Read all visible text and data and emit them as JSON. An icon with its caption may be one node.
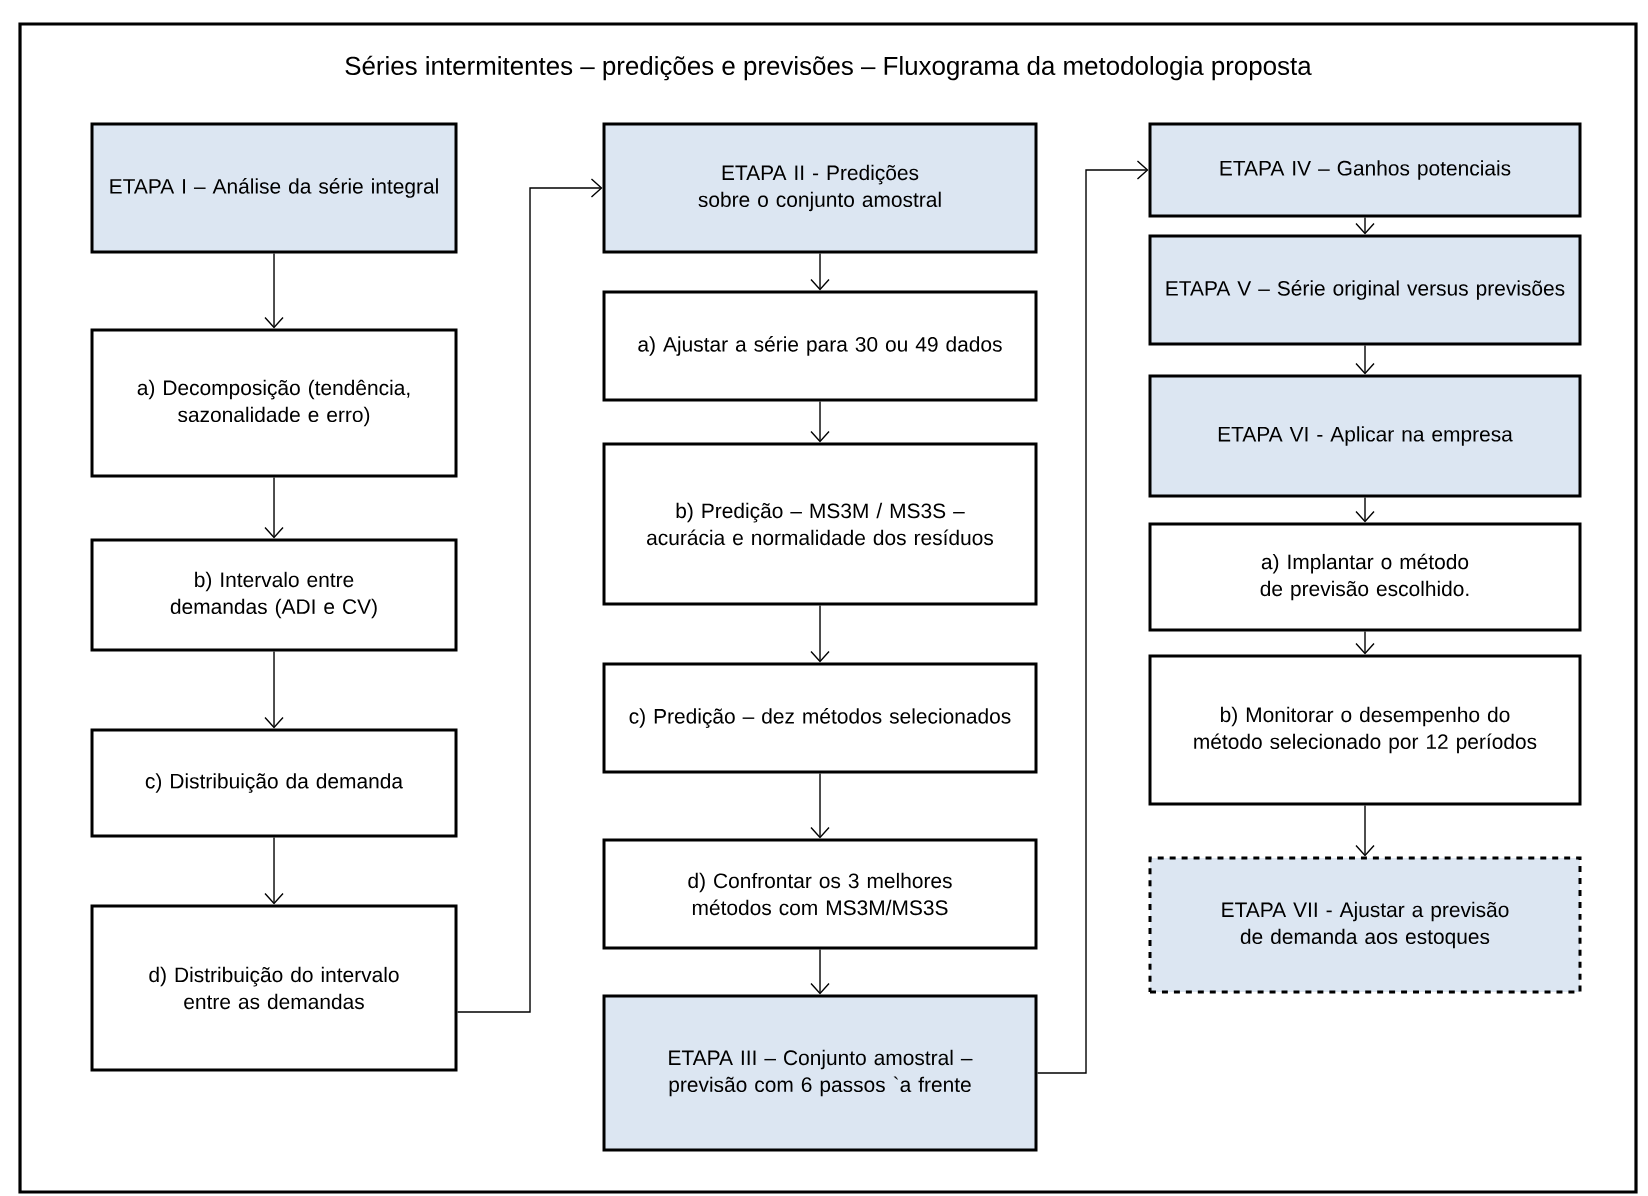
{
  "diagram": {
    "title": "Séries intermitentes – predições e previsões – Fluxograma da metodologia proposta",
    "nodes": [
      {
        "text": [
          "ETAPA  I – Análise da série integral"
        ]
      },
      {
        "text": [
          "a) Decomposição (tendência, sazonalidade e erro)"
        ]
      },
      {
        "text": [
          "b) Intervalo entre demandas (ADI e CV)"
        ]
      },
      {
        "text": [
          "c) Distribuição da demanda"
        ]
      },
      {
        "text": [
          "d) Distribuição do intervalo entre as demandas"
        ]
      },
      {
        "text": [
          "ETAPA II -  Predições sobre o conjunto amostral"
        ]
      },
      {
        "text": [
          "a) Ajustar a série para 30 ou 49 dados"
        ]
      },
      {
        "text": [
          "b) Predição – MS3M / MS3S – acurácia e normalidade dos resíduos"
        ]
      },
      {
        "text": [
          "c) Predição – dez métodos selecionados"
        ]
      },
      {
        "text": [
          "d) Confrontar os 3 melhores métodos com MS3M/MS3S"
        ]
      },
      {
        "text": [
          "ETAPA III – Conjunto amostral – previsão com 6 passos `a frente"
        ]
      },
      {
        "text": [
          "ETAPA IV – Ganhos potenciais"
        ]
      },
      {
        "text": [
          "ETAPA V – Série original versus previsões"
        ]
      },
      {
        "text": [
          "ETAPA VI - Aplicar na empresa"
        ]
      },
      {
        "text": [
          "a) Implantar o método de previsão escolhido."
        ]
      },
      {
        "text": [
          "b) Monitorar o desempenho do método selecionado por 12 períodos"
        ]
      },
      {
        "text": [
          "ETAPA VII - Ajustar a previsão de demanda aos estoques"
        ]
      }
    ],
    "edges": [
      {
        "from": 0,
        "to": 1,
        "arrow": "to"
      },
      {
        "from": 1,
        "to": 2,
        "arrow": "to"
      },
      {
        "from": 2,
        "to": 3,
        "arrow": "to"
      },
      {
        "from": 3,
        "to": 4,
        "arrow": "to"
      },
      {
        "from": 4,
        "to": 5,
        "arrow": "to"
      },
      {
        "from": 5,
        "to": 6,
        "arrow": "to"
      },
      {
        "from": 6,
        "to": 7,
        "arrow": "to"
      },
      {
        "from": 7,
        "to": 8,
        "arrow": "to"
      },
      {
        "from": 8,
        "to": 9,
        "arrow": "to"
      },
      {
        "from": 9,
        "to": 10,
        "arrow": "to"
      },
      {
        "from": 10,
        "to": 11,
        "arrow": "to"
      },
      {
        "from": 11,
        "to": 12,
        "arrow": "to"
      },
      {
        "from": 12,
        "to": 13,
        "arrow": "to"
      },
      {
        "from": 13,
        "to": 14,
        "arrow": "to"
      },
      {
        "from": 14,
        "to": 15,
        "arrow": "to"
      },
      {
        "from": 15,
        "to": 16,
        "arrow": "to"
      }
    ]
  }
}
